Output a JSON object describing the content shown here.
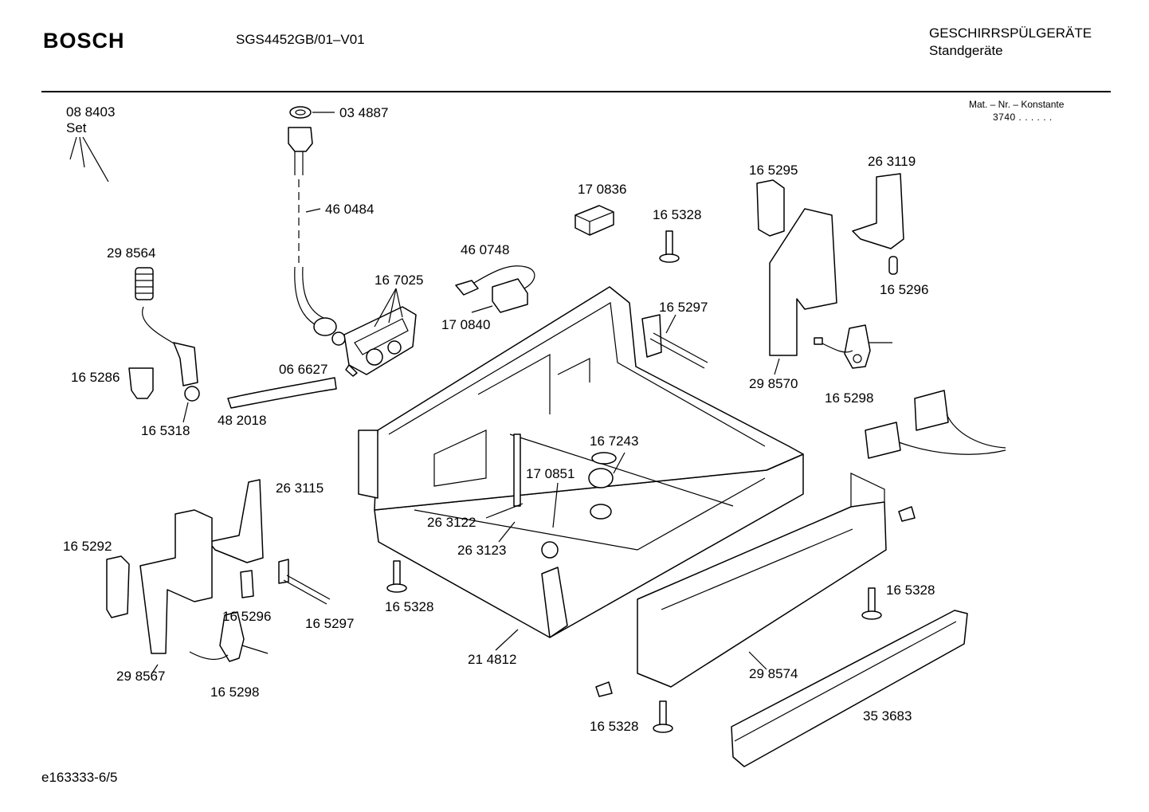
{
  "header": {
    "brand": "BOSCH",
    "model": "SGS4452GB/01–V01",
    "category": "GESCHIRRSPÜLGERÄTE",
    "subcategory": "Standgeräte",
    "mat_label": "Mat. – Nr. – Konstante",
    "mat_value": "3740  .  .    .  .  .  ."
  },
  "footer": {
    "code": "e163333-6/5"
  },
  "parts": {
    "p088403": "08 8403",
    "set": "Set",
    "p034887": "03 4887",
    "p460484": "46 0484",
    "p298564": "29 8564",
    "p165286": "16 5286",
    "p165318": "16 5318",
    "p482018": "48 2018",
    "p066627": "06 6627",
    "p167025": "16 7025",
    "p460748": "46 0748",
    "p170840": "17 0840",
    "p170836": "17 0836",
    "p165328_top": "16 5328",
    "p165297_top": "16 5297",
    "p165295": "16 5295",
    "p263119": "26 3119",
    "p165296_top": "16 5296",
    "p298570": "29 8570",
    "p165298_top": "16 5298",
    "p167243": "16 7243",
    "p170851": "17 0851",
    "p263122": "26 3122",
    "p263123": "26 3123",
    "p263115": "26 3115",
    "p165292": "16 5292",
    "p165296_bottom": "16 5296",
    "p165297_bottom": "16 5297",
    "p298567": "29 8567",
    "p165298_bottom": "16 5298",
    "p165328_left": "16 5328",
    "p214812": "21 4812",
    "p165328_right": "16 5328",
    "p298574": "29 8574",
    "p165328_bottom": "16 5328",
    "p353683": "35 3683"
  }
}
